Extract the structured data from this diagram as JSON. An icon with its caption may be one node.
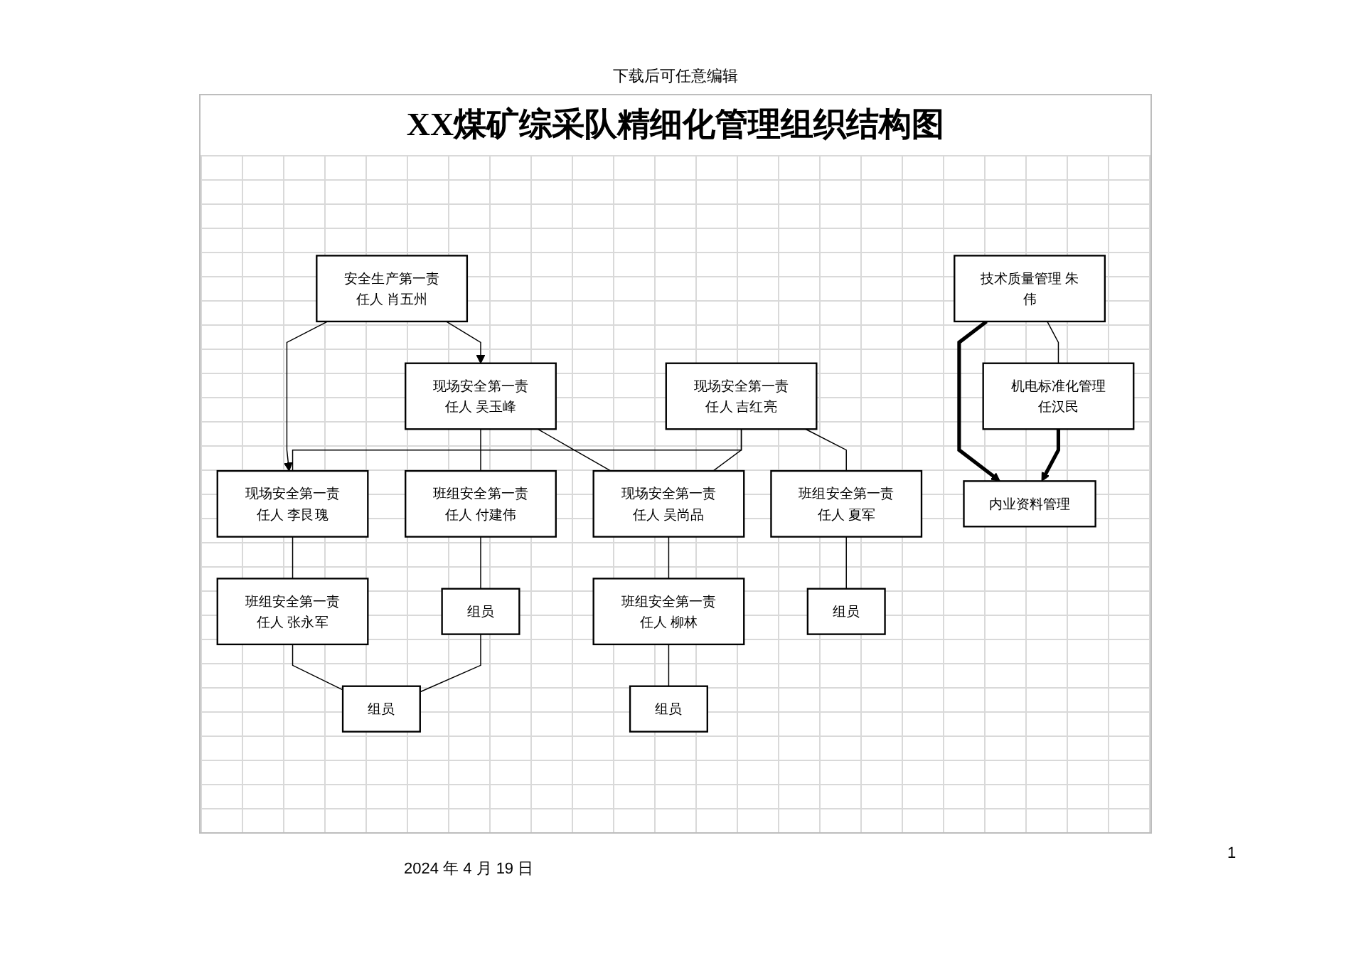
{
  "diagram": {
    "title": "XX煤矿综采队精细化管理组织结构图",
    "nodes": [
      {
        "text": [
          "安全生产第一责任人 肖五州"
        ]
      },
      {
        "text": [
          "技术质量管理 朱伟"
        ]
      },
      {
        "text": [
          "机电标准化管理任汉民"
        ]
      },
      {
        "text": [
          "现场安全第一责任人 吴玉峰"
        ]
      },
      {
        "text": [
          "现场安全第一责任人 吴尚品"
        ]
      },
      {
        "text": [
          "现场安全第一责任人 吉红亮"
        ]
      },
      {
        "text": [
          "现场安全第一责任人 李艮瑰"
        ]
      },
      {
        "text": [
          "班组安全第一责任人 付建伟"
        ]
      },
      {
        "text": [
          "班组安全第一责任人 柳林"
        ]
      },
      {
        "text": [
          "班组安全第一责任人 夏军"
        ]
      },
      {
        "text": [
          "班组安全第一责任人 张永军"
        ]
      },
      {
        "text": [
          "组员"
        ]
      },
      {
        "text": [
          "组员"
        ]
      },
      {
        "text": [
          "组员"
        ]
      },
      {
        "text": [
          "组员"
        ]
      },
      {
        "text": [
          "内业资料管理"
        ]
      }
    ],
    "edges": [
      {
        "from": 0,
        "to": 3,
        "arrow": "to"
      },
      {
        "from": 0,
        "to": 6,
        "arrow": "to"
      },
      {
        "from": 1,
        "to": 2,
        "arrow": "none"
      },
      {
        "from": 1,
        "to": 15,
        "arrow": "to",
        "style": "thick"
      },
      {
        "from": 2,
        "to": 15,
        "arrow": "to",
        "style": "thick"
      },
      {
        "from": 3,
        "to": 7,
        "arrow": "none"
      },
      {
        "from": 4,
        "to": 8,
        "arrow": "none"
      },
      {
        "from": 5,
        "to": 9,
        "arrow": "none"
      },
      {
        "from": 6,
        "to": 10,
        "arrow": "none"
      },
      {
        "from": 3,
        "to": 4,
        "arrow": "none"
      },
      {
        "from": 5,
        "to": 4,
        "arrow": "none"
      },
      {
        "from": 5,
        "to": 6,
        "arrow": "none"
      },
      {
        "from": 7,
        "to": 11,
        "arrow": "none"
      },
      {
        "from": 8,
        "to": 12,
        "arrow": "none"
      },
      {
        "from": 9,
        "to": 13,
        "arrow": "none"
      },
      {
        "from": 10,
        "to": 14,
        "arrow": "none"
      },
      {
        "from": 11,
        "to": 14,
        "arrow": "none"
      }
    ],
    "labels": [
      "下载后可任意编辑",
      "2024 年 4 月 19 日",
      "1"
    ]
  }
}
